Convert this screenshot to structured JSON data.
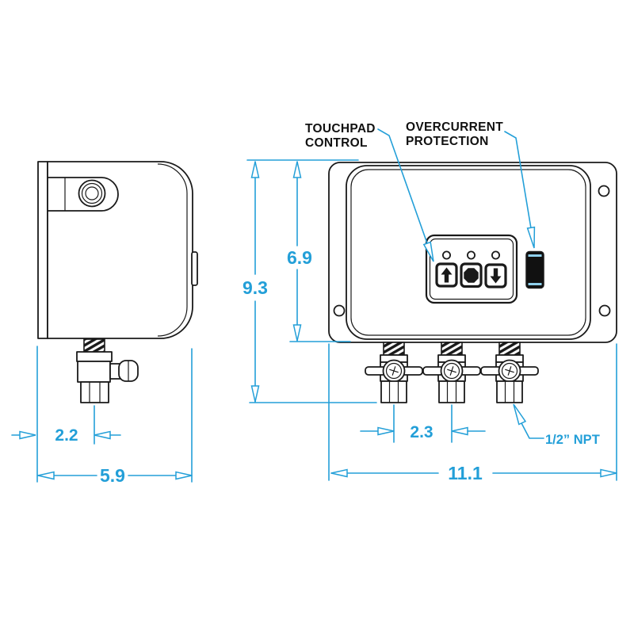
{
  "colors": {
    "accent": "#239fd8",
    "ink": "#1a1a1a",
    "bg": "#ffffff"
  },
  "callouts": {
    "touchpad": {
      "line1": "TOUCHPAD",
      "line2": "CONTROL"
    },
    "overcurrent": {
      "line1": "OVERCURRENT",
      "line2": "PROTECTION"
    },
    "npt": {
      "label": "1/2” NPT"
    }
  },
  "dimensions": {
    "side_valve_offset": "2.2",
    "side_width": "5.9",
    "front_overall_height": "9.3",
    "front_box_height": "6.9",
    "front_port_spacing": "2.3",
    "front_overall_width": "11.1"
  },
  "icons": {
    "keypad_up": "up-arrow-button",
    "keypad_stop": "stop-octagon-button",
    "keypad_down": "down-arrow-button"
  }
}
